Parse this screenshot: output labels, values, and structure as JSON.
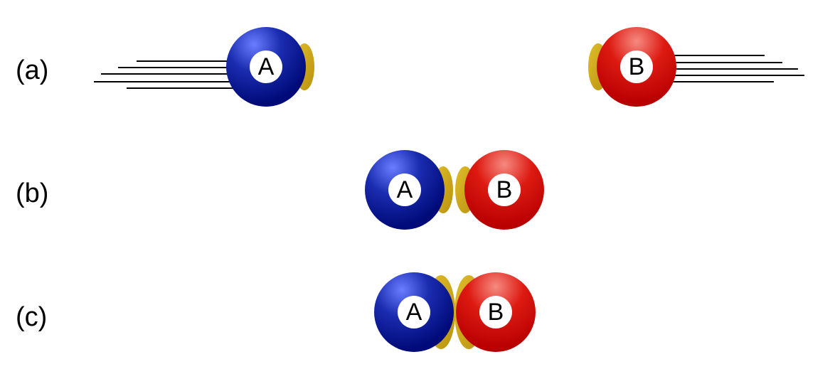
{
  "rows": [
    {
      "label": "(a)",
      "particle_a": "A",
      "particle_b": "B"
    },
    {
      "label": "(b)",
      "particle_a": "A",
      "particle_b": "B"
    },
    {
      "label": "(c)",
      "particle_a": "A",
      "particle_b": "B"
    }
  ],
  "colors": {
    "particle_a": "#000a8a",
    "particle_a_highlight": "#5a6cf5",
    "particle_b": "#cc0000",
    "particle_b_highlight": "#f07a70",
    "patch": "#d4ae1c",
    "patch_dark": "#b8920f"
  }
}
